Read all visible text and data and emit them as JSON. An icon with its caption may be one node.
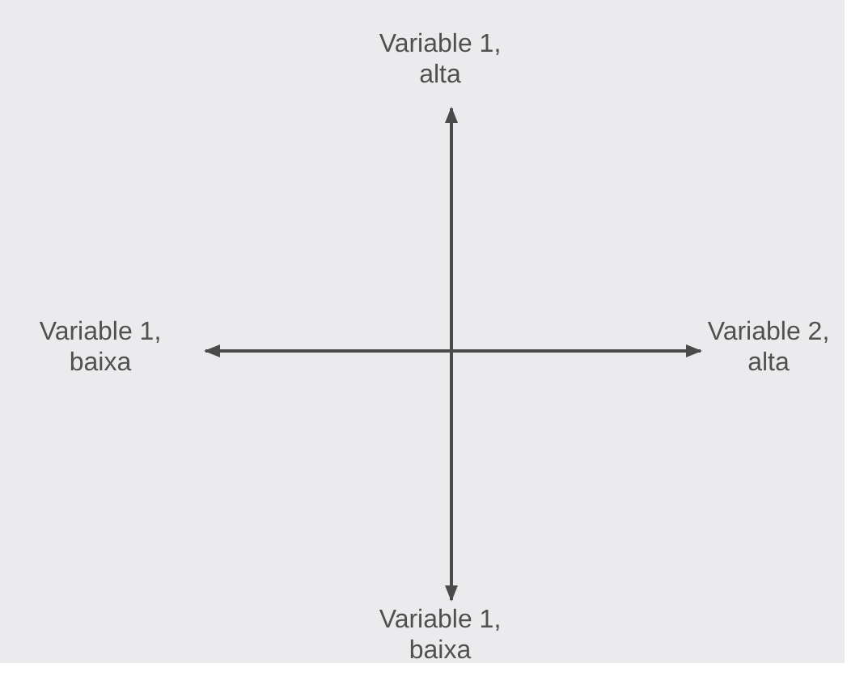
{
  "diagram": {
    "labels": [
      "Variable 1, alta",
      "Variable 1, baixa",
      "Variable 2, alta",
      "Variable 1, baixa"
    ]
  }
}
